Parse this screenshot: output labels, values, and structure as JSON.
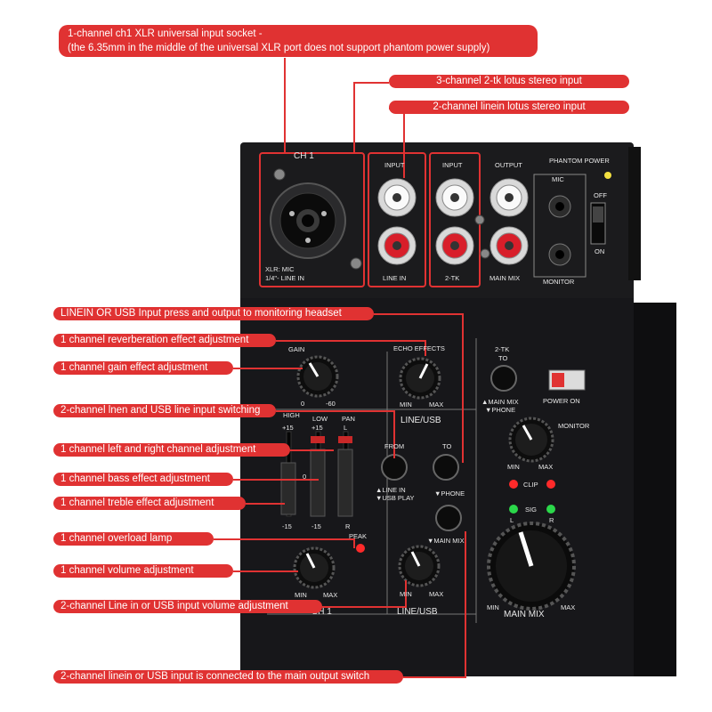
{
  "callouts": {
    "xlr_input": [
      "1-channel ch1 XLR universal input socket -",
      "(the 6.35mm in the middle of the universal XLR port does not support phantom power supply)"
    ],
    "two_tk_input": "3-channel 2-tk lotus stereo input",
    "linein_input": "2-channel linein lotus stereo input",
    "monitor_press": "LINEIN OR USB Input press and output to monitoring headset",
    "reverb": "1 channel reverberation effect adjustment",
    "gain": "1 channel gain effect adjustment",
    "lnen_switch": "2-channel lnen and USB line input switching",
    "pan": "1 channel left and right channel adjustment",
    "bass": "1 channel bass effect adjustment",
    "treble": "1 channel treble effect adjustment",
    "overload": "1 channel overload lamp",
    "volume": "1 channel volume adjustment",
    "line_usb_volume": "2-channel Line in or USB input volume adjustment",
    "main_switch": "2-channel linein or USB input is connected to the main output switch"
  },
  "panel": {
    "ch1": "CH 1",
    "input": "INPUT",
    "output": "OUTPUT",
    "phantom_power": "PHANTOM POWER",
    "mic": "MIC",
    "off": "OFF",
    "on": "ON",
    "xlr_mic": "XLR: MIC",
    "line_in_quarter": "1/4\"- LINE IN",
    "line_in": "LINE IN",
    "two_tk": "2-TK",
    "main_mix": "MAIN MIX",
    "monitor": "MONITOR",
    "gain": "GAIN",
    "echo_effects": "ECHO EFFECTS",
    "gain_zero": "0",
    "gain_minus60": "-60",
    "min": "MIN",
    "max": "MAX",
    "line_usb": "LINE/USB",
    "high": "HIGH",
    "low": "LOW",
    "pan": "PAN",
    "plus15": "+15",
    "minus15": "-15",
    "l": "L",
    "r": "R",
    "zero": "0",
    "from": "FROM",
    "to": "TO",
    "line_in_arrow": "▲LINE IN",
    "usb_play": "▼USB PLAY",
    "phone": "▼PHONE",
    "main_mix_arrow": "▼MAIN MIX",
    "peak": "PEAK",
    "two_tk_to": "2-TK",
    "to2": "TO",
    "main_mix_up": "▲MAIN MIX",
    "phone_down": "▼PHONE",
    "power_on": "POWER ON",
    "clip": "CLIP",
    "sig": "SIG",
    "ch1_bottom": "CH 1",
    "line_usb_bottom": "LINE/USB",
    "main_mix_bottom": "MAIN MIX"
  },
  "colors": {
    "callout": "#e03232",
    "panel": "#1a1a1c",
    "led_red": "#ff2a2a",
    "led_green": "#2bd84a",
    "led_yellow": "#f2e040"
  }
}
